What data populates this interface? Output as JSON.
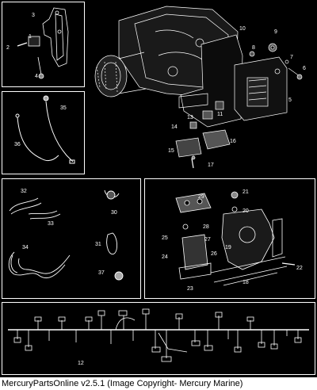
{
  "caption": "MercuryPartsOnline v2.5.1 (Image Copyright- Mercury Marine)",
  "callouts": {
    "p1": [
      "3",
      "2",
      "1",
      "4"
    ],
    "p2": [
      "35",
      "36"
    ],
    "main": [
      "10",
      "9",
      "8",
      "7",
      "6",
      "5",
      "11",
      "13",
      "14",
      "16",
      "15",
      "17"
    ],
    "p3": [
      "32",
      "33",
      "30",
      "31",
      "34",
      "37"
    ],
    "p4": [
      "29",
      "21",
      "28",
      "20",
      "25",
      "27",
      "24",
      "26",
      "19",
      "22",
      "23",
      "18"
    ],
    "harness": [
      "12"
    ]
  }
}
